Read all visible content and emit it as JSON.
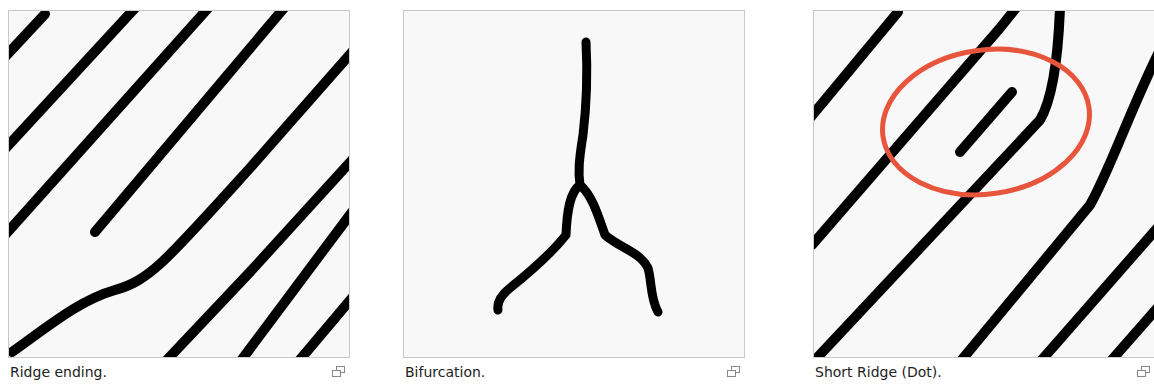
{
  "diagram": {
    "labels": [
      "Ridge ending.",
      "Bifurcation.",
      "Short Ridge (Dot)."
    ]
  }
}
